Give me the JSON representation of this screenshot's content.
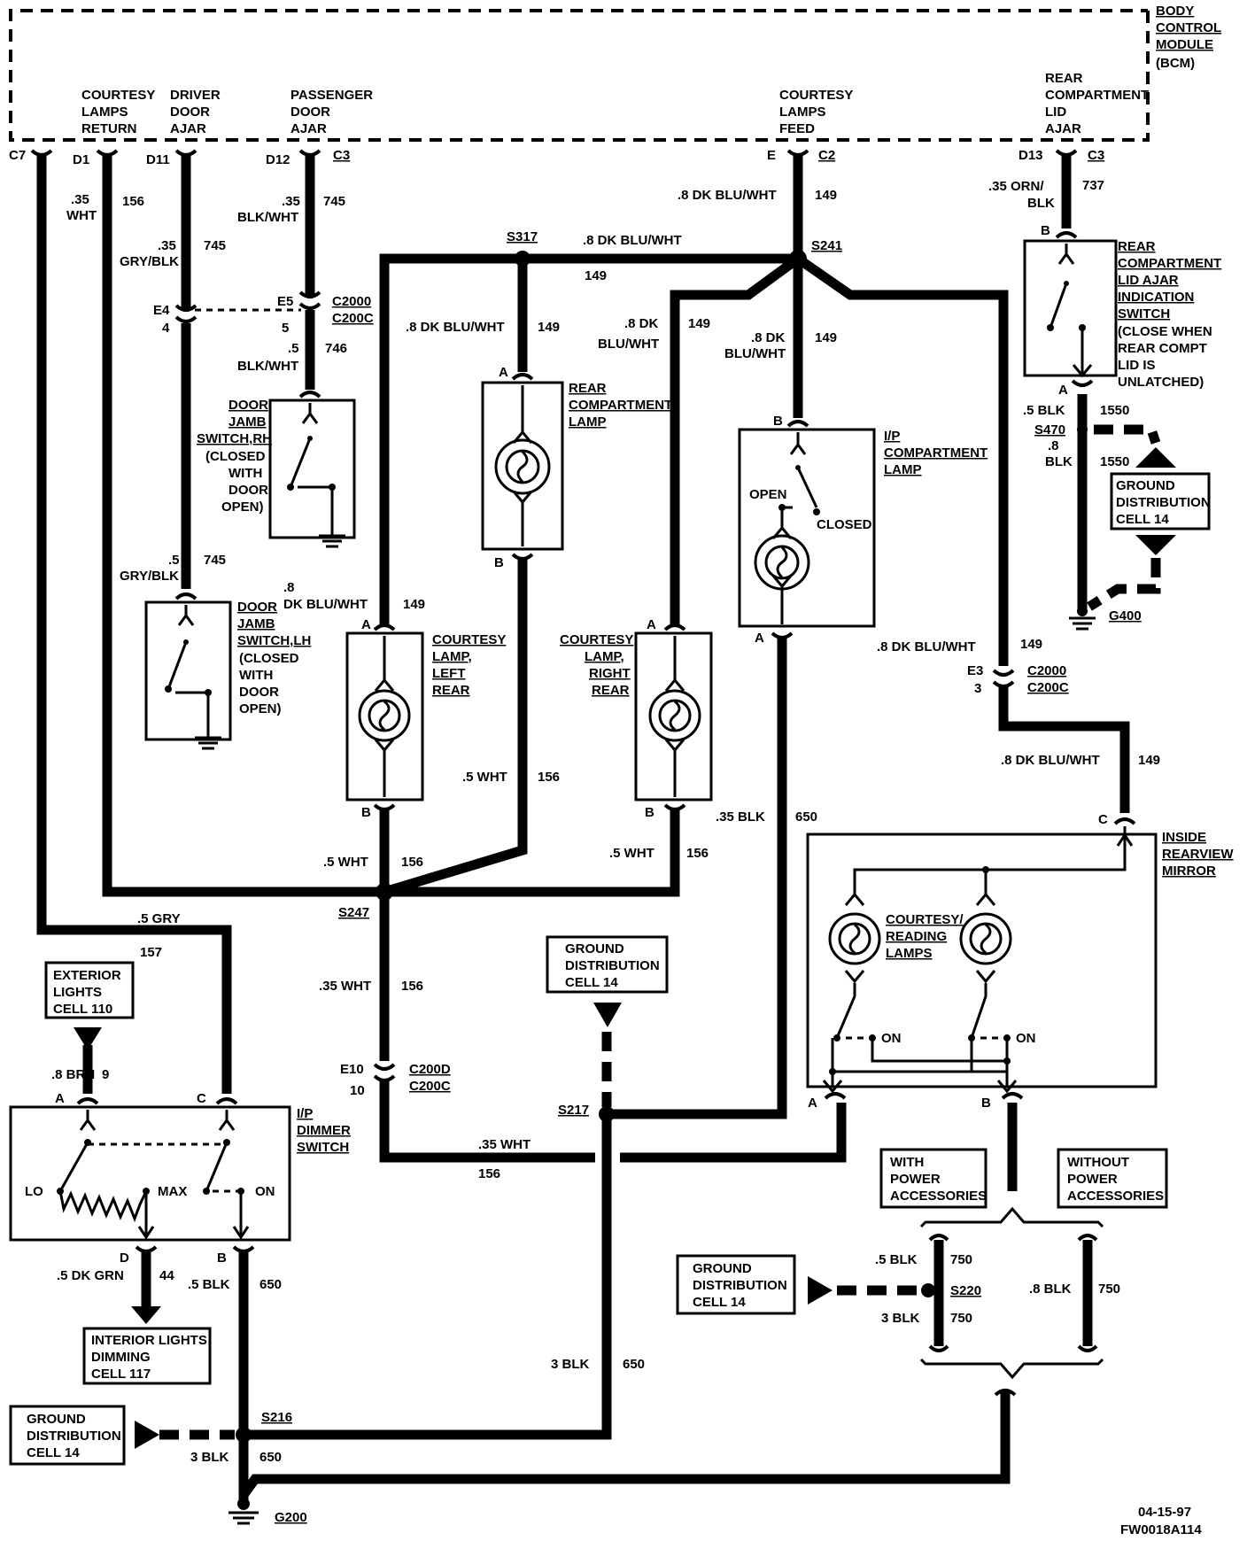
{
  "bcm": {
    "title": [
      "BODY",
      "CONTROL",
      "MODULE"
    ],
    "abbrev": "(BCM)",
    "pins": {
      "courtesy_return": [
        "COURTESY",
        "LAMPS",
        "RETURN"
      ],
      "driver_door": [
        "DRIVER",
        "DOOR",
        "AJAR"
      ],
      "passenger_door": [
        "PASSENGER",
        "DOOR",
        "AJAR"
      ],
      "courtesy_feed": [
        "COURTESY",
        "LAMPS",
        "FEED"
      ],
      "rear_lid": [
        "REAR",
        "COMPARTMENT",
        "LID",
        "AJAR"
      ]
    }
  },
  "terminals": {
    "c7": "C7",
    "d1": "D1",
    "d11": "D11",
    "d12": "D12",
    "c3a": "C3",
    "e": "E",
    "c2": "C2",
    "d13": "D13",
    "c3b": "C3",
    "e4": "E4",
    "e4n": "4",
    "e5": "E5",
    "e5n": "5",
    "e3": "E3",
    "e3n": "3",
    "e10": "E10",
    "e10n": "10",
    "a": "A",
    "b": "B",
    "c": "C",
    "d": "D"
  },
  "connectors": {
    "c2000": "C2000",
    "c200c": "C200C",
    "c200d": "C200D"
  },
  "splices": {
    "s317": "S317",
    "s241": "S241",
    "s247": "S247",
    "s217": "S217",
    "s216": "S216",
    "s470": "S470",
    "s220": "S220"
  },
  "grounds": {
    "g200": "G200",
    "g400": "G400"
  },
  "wires": {
    "wht35": [
      ".35",
      "WHT"
    ],
    "c156": "156",
    "c745": "745",
    "c746": "746",
    "c149": "149",
    "c737": "737",
    "c1550": "1550",
    "c650": "650",
    "c157": "157",
    "c9": "9",
    "c44": "44",
    "c750": "750",
    "gryblk35": [
      ".35",
      "GRY/BLK"
    ],
    "blkwht35": [
      ".35",
      "BLK/WHT"
    ],
    "blkwht5": [
      ".5",
      "BLK/WHT"
    ],
    "gryblk5": [
      ".5",
      "GRY/BLK"
    ],
    "dkbluwht8": ".8  DK  BLU/WHT",
    "dkbluwht8_2": [
      ".8  DK",
      "BLU/WHT"
    ],
    "dkbluwht8_3": [
      ".8",
      "DK  BLU/WHT"
    ],
    "ornblk35": [
      ".35  ORN/",
      "BLK"
    ],
    "blk5": ".5  BLK",
    "blk8": [
      ".8",
      "BLK"
    ],
    "wht5": ".5  WHT",
    "wht35s": ".35  WHT",
    "blk35": ".35  BLK",
    "gry5": ".5  GRY",
    "brn8": ".8 BRN",
    "dkgrn5": ".5  DK  GRN",
    "blk3": "3  BLK",
    "blk3b": "3 BLK",
    "blk5b": ".5  BLK",
    "blk8b": ".8  BLK"
  },
  "components": {
    "door_rh": [
      "DOOR",
      "JAMB",
      "SWITCH,RH",
      "(CLOSED",
      "WITH",
      "DOOR",
      "OPEN)"
    ],
    "door_lh": [
      "DOOR",
      "JAMB",
      "SWITCH,LH",
      "(CLOSED",
      "WITH",
      "DOOR",
      "OPEN)"
    ],
    "rear_lamp": [
      "REAR",
      "COMPARTMENT",
      "LAMP"
    ],
    "ip_lamp": [
      "I/P",
      "COMPARTMENT",
      "LAMP"
    ],
    "open": "OPEN",
    "closed": "CLOSED",
    "lid_switch": [
      "REAR",
      "COMPARTMENT",
      "LID  AJAR",
      "INDICATION",
      "SWITCH",
      "(CLOSE  WHEN",
      "REAR  COMPT",
      "LID  IS",
      "UNLATCHED)"
    ],
    "courtesy_lr": [
      "COURTESY",
      "LAMP,",
      "LEFT",
      "REAR"
    ],
    "courtesy_rr": [
      "COURTESY",
      "LAMP,",
      "RIGHT",
      "REAR"
    ],
    "mirror": [
      "INSIDE",
      "REARVIEW",
      "MIRROR"
    ],
    "reading": [
      "COURTESY/",
      "READING",
      "LAMPS"
    ],
    "on": "ON",
    "dimmer": [
      "I/P",
      "DIMMER",
      "SWITCH"
    ],
    "lo": "LO",
    "max": "MAX",
    "with_power": [
      "WITH",
      "POWER",
      "ACCESSORIES"
    ],
    "without_power": [
      "WITHOUT",
      "POWER",
      "ACCESSORIES"
    ]
  },
  "refs": {
    "gdc14": [
      "GROUND",
      "DISTRIBUTION",
      "CELL  14"
    ],
    "ext110": [
      "EXTERIOR",
      "LIGHTS",
      "CELL  110"
    ],
    "int117": [
      "INTERIOR  LIGHTS",
      "DIMMING",
      "CELL  117"
    ]
  },
  "footer": {
    "date": "04-15-97",
    "code": "FW0018A114"
  }
}
